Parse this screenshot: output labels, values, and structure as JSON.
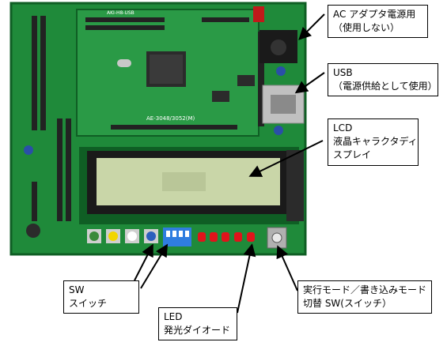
{
  "colors": {
    "board_green": "#1f8a3a",
    "board_dark": "#0f5e24",
    "lcd_screen": "#c9d6a8",
    "led_red": "#e0141b",
    "dip_blue": "#2f7de0",
    "button_blue": "#2d5fbd",
    "button_yellow": "#f2d600",
    "header_pin": "#222222"
  },
  "board": {
    "silkscreen_model": "AKI-H8-USB",
    "cpu_module_label": "AE-3048/3052(M)"
  },
  "callouts": {
    "ac_adapter": {
      "line1": "AC アダプタ電源用",
      "line2": "（使用しない）"
    },
    "usb": {
      "line1": "USB",
      "line2": "（電源供給として使用）"
    },
    "lcd": {
      "line1": "LCD",
      "line2": "液晶キャラクタディ",
      "line3": "スプレイ"
    },
    "sw": {
      "line1": "SW",
      "line2": "スイッチ"
    },
    "led": {
      "line1": "LED",
      "line2": "発光ダイオード"
    },
    "mode_switch": {
      "line1": "実行モード／書き込みモード",
      "line2": "切替 SW(スイッチ）"
    }
  }
}
